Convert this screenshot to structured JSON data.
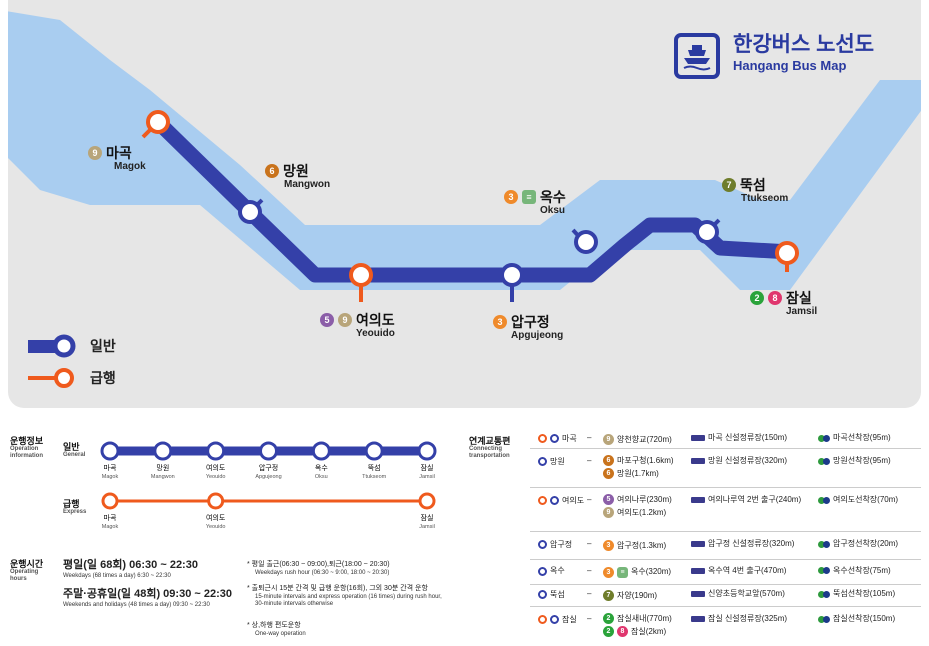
{
  "colors": {
    "general": "#3440a8",
    "express": "#ef5a1d",
    "river": "#a9cdf0",
    "bg": "#e6e6e6"
  },
  "title": {
    "kr": "한강버스 노선도",
    "en": "Hangang Bus Map",
    "icon": "ferry-icon"
  },
  "stations": [
    {
      "id": "magok",
      "kr": "마곡",
      "en": "Magok",
      "lines": [
        "9"
      ]
    },
    {
      "id": "mangwon",
      "kr": "망원",
      "en": "Mangwon",
      "lines": [
        "6"
      ]
    },
    {
      "id": "yeouido",
      "kr": "여의도",
      "en": "Yeouido",
      "lines": [
        "5",
        "9"
      ]
    },
    {
      "id": "apgujeong",
      "kr": "압구정",
      "en": "Apgujeong",
      "lines": [
        "3"
      ]
    },
    {
      "id": "oksu",
      "kr": "옥수",
      "en": "Oksu",
      "lines": [
        "3",
        "경의"
      ]
    },
    {
      "id": "ttukseom",
      "kr": "뚝섬",
      "en": "Ttukseom",
      "lines": [
        "7"
      ]
    },
    {
      "id": "jamsil",
      "kr": "잠실",
      "en": "Jamsil",
      "lines": [
        "2",
        "8"
      ]
    }
  ],
  "legend": {
    "general": "일반",
    "express": "급행"
  },
  "info": {
    "title_kr": "운행정보",
    "title_en": "Operation information",
    "general_kr": "일반",
    "general_en": "General",
    "express_kr": "급행",
    "express_en": "Express",
    "general_stops": [
      [
        "마곡",
        "Magok"
      ],
      [
        "망원",
        "Mangwon"
      ],
      [
        "여의도",
        "Yeouido"
      ],
      [
        "압구정",
        "Apgujeong"
      ],
      [
        "옥수",
        "Oksu"
      ],
      [
        "뚝섬",
        "Ttukseom"
      ],
      [
        "잠실",
        "Jamsil"
      ]
    ],
    "express_stops": [
      [
        "마곡",
        "Magok"
      ],
      [
        "여의도",
        "Yeouido"
      ],
      [
        "잠실",
        "Jamsil"
      ]
    ]
  },
  "hours": {
    "title_kr": "운행시간",
    "title_en": "Operating hours",
    "weekday": "평일(일 68회) 06:30 ~ 22:30",
    "weekday_en": "Weekdays (68 times a day) 6:30 ~ 22:30",
    "weekend": "주말·공휴일(일 48회) 09:30 ~ 22:30",
    "weekend_en": "Weekends and holidays (48 times a day) 09:30 ~ 22:30",
    "note1": "* 평일 출근(06:30 ~ 09:00),퇴근(18:00 ~ 20:30)",
    "note1_en": "Weekdays rush hour (06:30 ~ 9:00, 18:00 ~ 20:30)",
    "note2": "* 출퇴근시 15분 간격 및 급행 운항(16회), 그외 30분 간격 운항",
    "note2_en1": "15-minute intervals and express operation (16 times) during rush hour,",
    "note2_en2": "30-minute intervals otherwise",
    "note3": "* 상,하행 편도운항",
    "note3_en": "One-way operation"
  },
  "transfer": {
    "title_kr": "연계교통편",
    "title_en": "Connecting transportation",
    "rows": [
      {
        "station": "마곡",
        "both": true,
        "subway": [
          {
            "lines": [
              "9"
            ],
            "text": "양천향교(720m)"
          }
        ],
        "bus": "마곡 신설정류장(150m)",
        "bike": "마곡선착장(95m)"
      },
      {
        "station": "망원",
        "both": false,
        "subway": [
          {
            "lines": [
              "6"
            ],
            "text": "마포구청(1.6km)"
          },
          {
            "lines": [
              "6"
            ],
            "text": "망원(1.7km)"
          }
        ],
        "bus": "망원 신설정류장(320m)",
        "bike": "망원선착장(95m)"
      },
      {
        "station": "여의도",
        "both": true,
        "subway": [
          {
            "lines": [
              "5"
            ],
            "text": "여의나루(230m)"
          },
          {
            "lines": [
              "9"
            ],
            "text": "여의도(1.2km)"
          }
        ],
        "bus": "여의나루역 2번 출구(240m)",
        "bike": "여의도선착장(70m)"
      },
      {
        "station": "압구정",
        "both": false,
        "subway": [
          {
            "lines": [
              "3"
            ],
            "text": "압구정(1.3km)"
          }
        ],
        "bus": "압구정 신설정류장(320m)",
        "bike": "압구정선착장(20m)"
      },
      {
        "station": "옥수",
        "both": false,
        "subway": [
          {
            "lines": [
              "3",
              "경의"
            ],
            "text": "옥수(320m)"
          }
        ],
        "bus": "옥수역 4번 출구(470m)",
        "bike": "옥수선착장(75m)"
      },
      {
        "station": "뚝섬",
        "both": false,
        "subway": [
          {
            "lines": [
              "7"
            ],
            "text": "자양(190m)"
          }
        ],
        "bus": "신양초등학교앞(570m)",
        "bike": "뚝섬선착장(105m)"
      },
      {
        "station": "잠실",
        "both": true,
        "subway": [
          {
            "lines": [
              "2"
            ],
            "text": "잠실새내(770m)"
          },
          {
            "lines": [
              "2",
              "8"
            ],
            "text": "잠실(2km)"
          }
        ],
        "bus": "잠실 신설정류장(325m)",
        "bike": "잠실선착장(150m)"
      }
    ]
  }
}
